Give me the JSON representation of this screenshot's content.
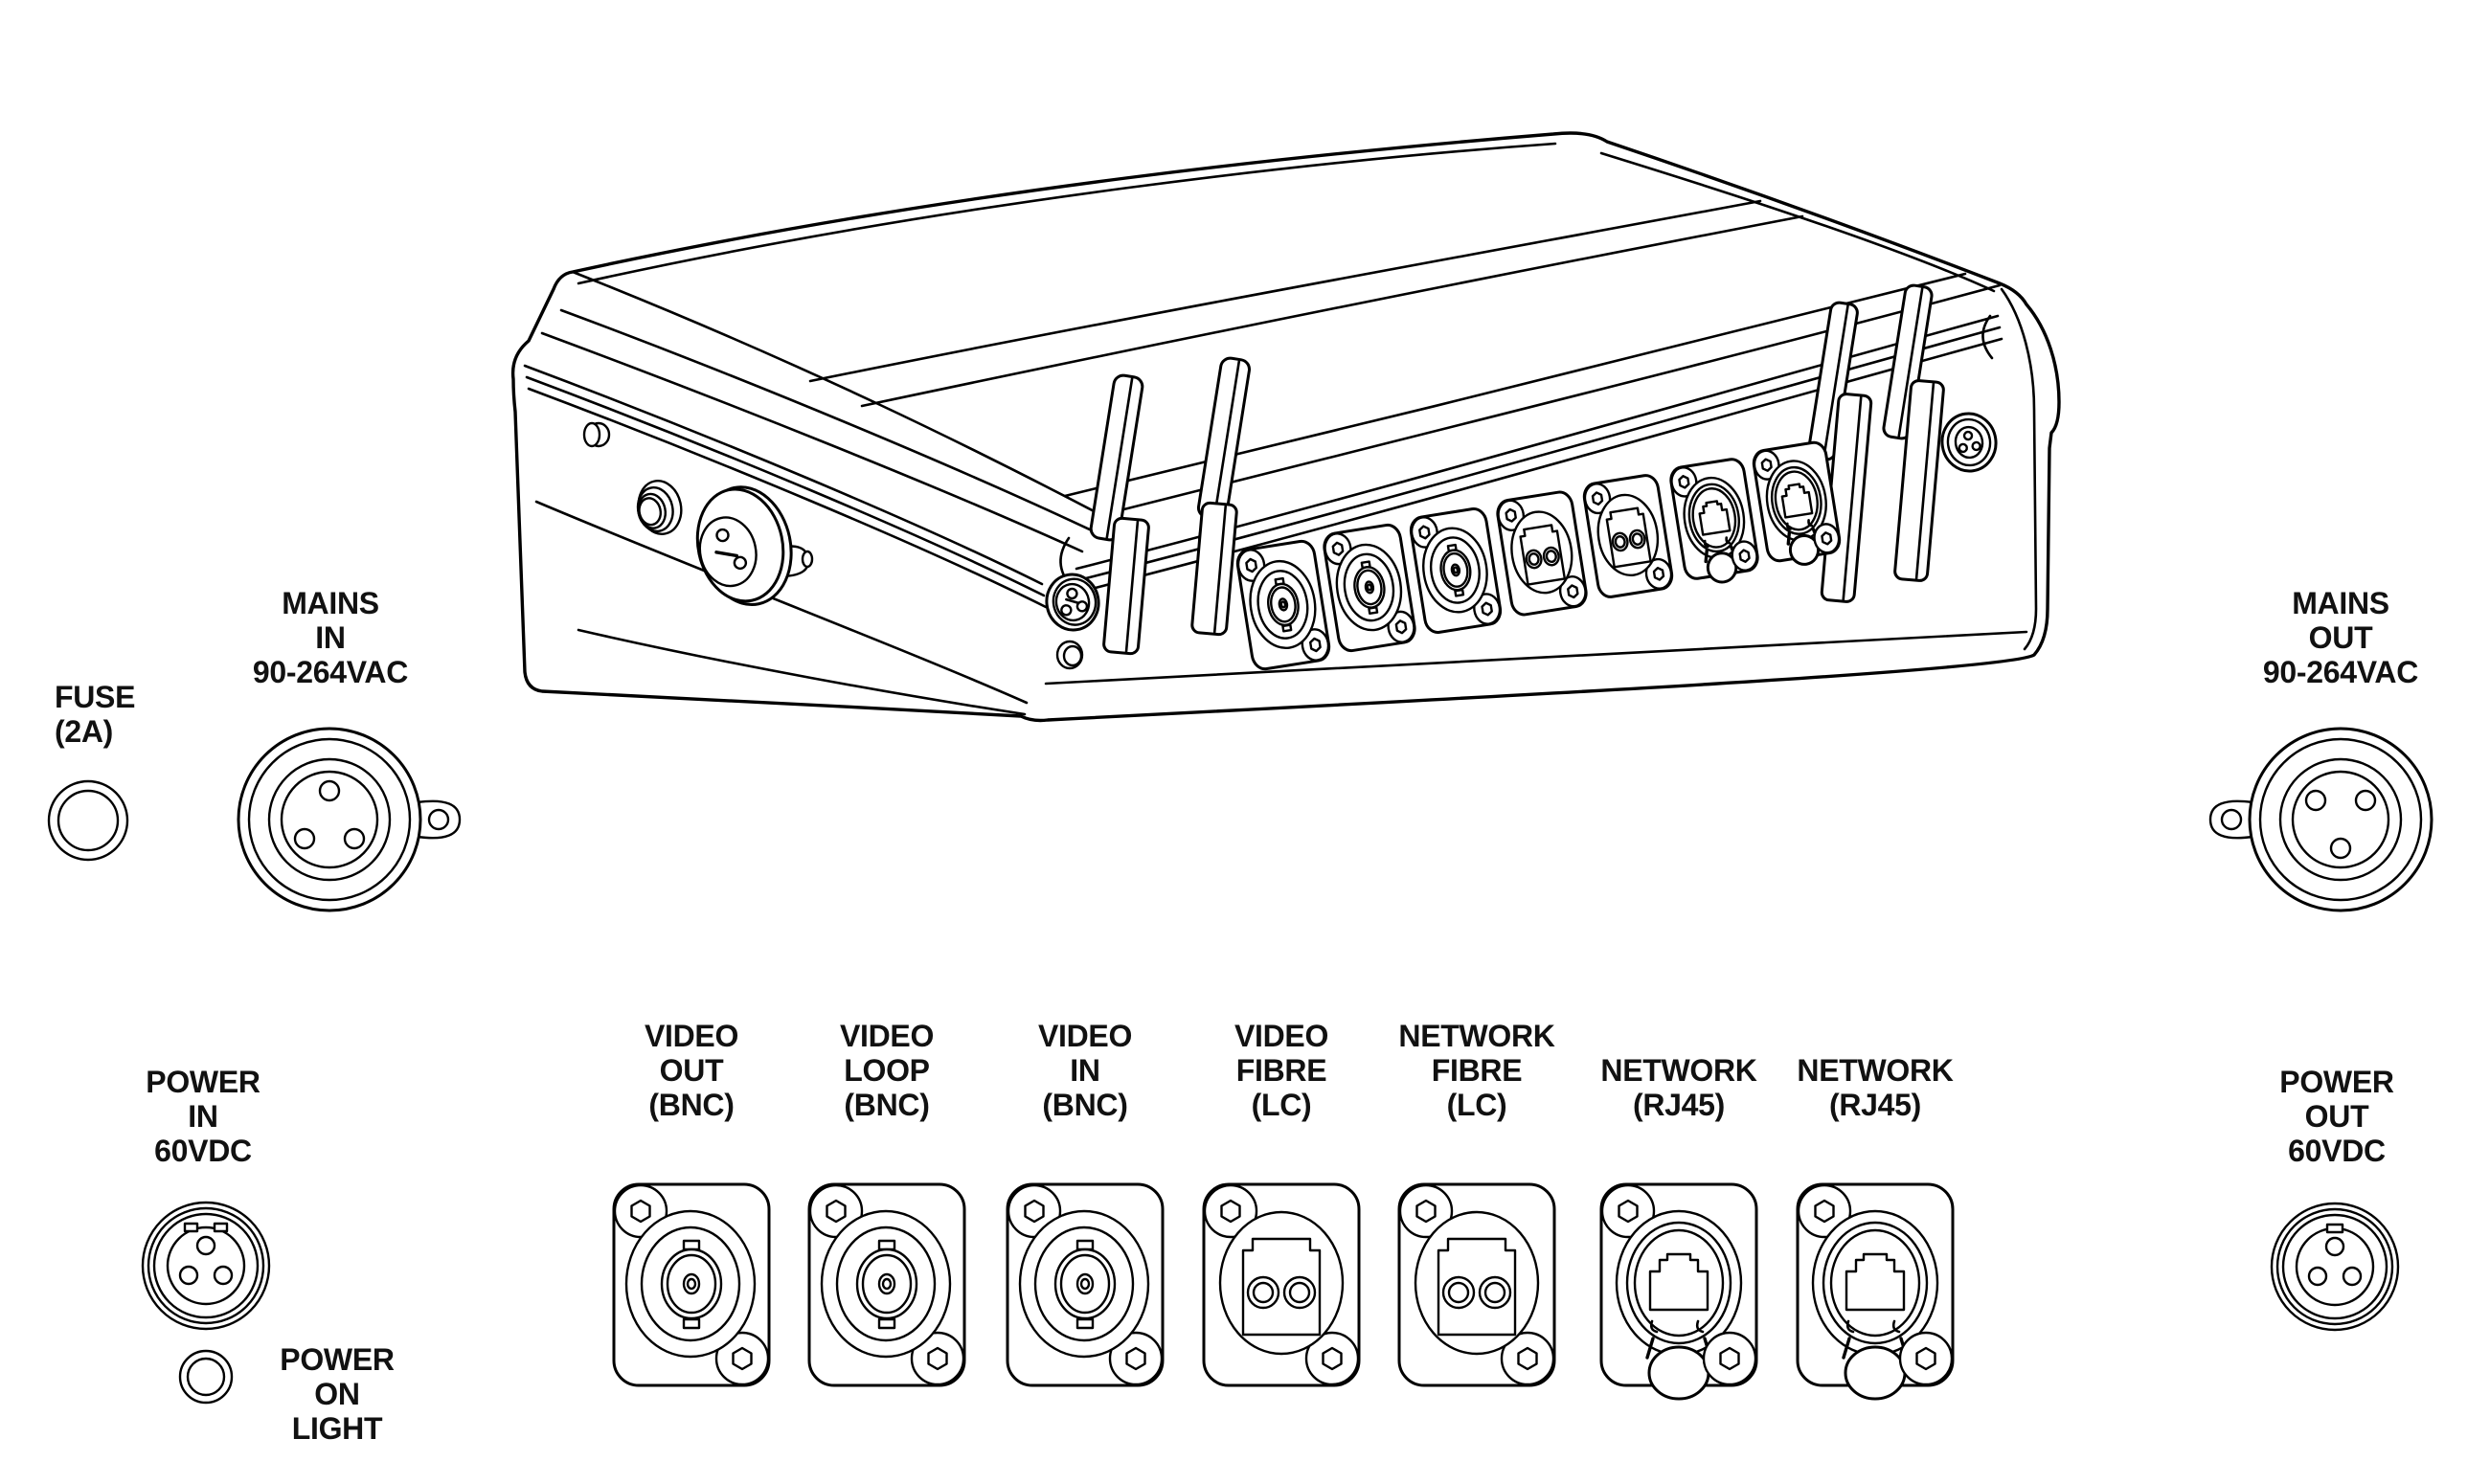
{
  "diagram": {
    "title_hidden": "",
    "colors": {
      "line": "#000000",
      "background": "#ffffff"
    },
    "callouts": {
      "fuse": {
        "lines": [
          "FUSE",
          "(2A)"
        ]
      },
      "mains_in": {
        "lines": [
          "MAINS",
          "IN",
          "90-264VAC"
        ]
      },
      "power_in": {
        "lines": [
          "POWER",
          "IN",
          "60VDC"
        ]
      },
      "power_on": {
        "lines": [
          "POWER",
          "ON",
          "LIGHT"
        ]
      },
      "mains_out": {
        "lines": [
          "MAINS",
          "OUT",
          "90-264VAC"
        ]
      },
      "power_out": {
        "lines": [
          "POWER",
          "OUT",
          "60VDC"
        ]
      },
      "ports": [
        {
          "type": "bnc",
          "lines": [
            "VIDEO",
            "OUT",
            "(BNC)"
          ]
        },
        {
          "type": "bnc",
          "lines": [
            "VIDEO",
            "LOOP",
            "(BNC)"
          ]
        },
        {
          "type": "bnc",
          "lines": [
            "VIDEO",
            "IN",
            "(BNC)"
          ]
        },
        {
          "type": "lc",
          "lines": [
            "VIDEO",
            "FIBRE",
            "(LC)"
          ]
        },
        {
          "type": "lc",
          "lines": [
            "NETWORK",
            "FIBRE",
            "(LC)"
          ]
        },
        {
          "type": "rj45",
          "lines": [
            "NETWORK",
            "(RJ45)"
          ]
        },
        {
          "type": "rj45",
          "lines": [
            "NETWORK",
            "(RJ45)"
          ]
        }
      ]
    }
  }
}
